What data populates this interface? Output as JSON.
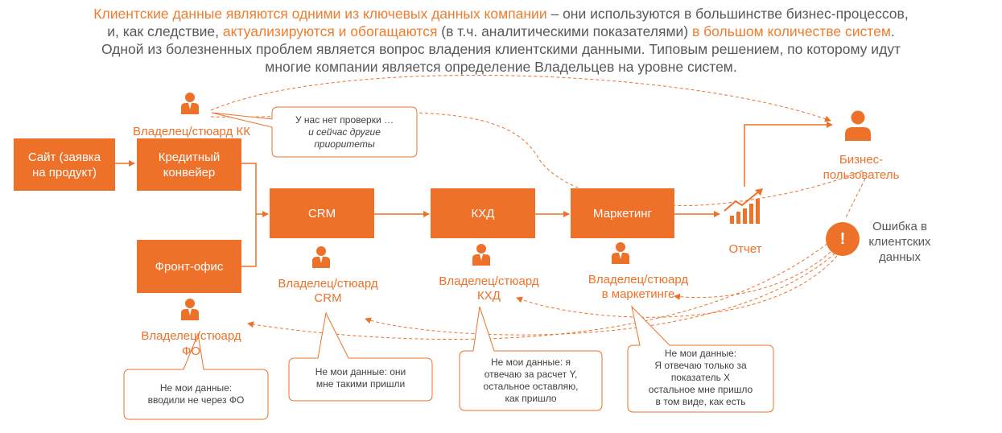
{
  "header": {
    "line1_part1": "Клиентские данные являются одними из ключевых данных компании",
    "line1_part2": " – они используются в большинстве бизнес-процессов,",
    "line2_part1": "и, как следствие, ",
    "line2_part2": "актуализируются и обогащаются",
    "line2_part3": " (в т.ч. аналитическими показателями) ",
    "line2_part4": "в большом количестве систем",
    "line2_part5": ".",
    "line3": "Одной из болезненных проблем является вопрос владения клиентскими данными. Типовым решением, по которому идут",
    "line4": "многие компании является определение Владельцев на уровне систем."
  },
  "boxes": {
    "site": "Сайт (заявка на продукт)",
    "credit": "Кредитный конвейер",
    "front": "Фронт-офис",
    "crm": "CRM",
    "kxd": "КХД",
    "marketing": "Маркетинг"
  },
  "owners": {
    "kk": "Владелец/стюард КК",
    "fo_line1": "Владелец/стюард",
    "fo_line2": "ФО",
    "crm_line1": "Владелец/стюард",
    "crm_line2": "CRM",
    "kxd_line1": "Владелец/стюард",
    "kxd_line2": "КХД",
    "mkt_line1": "Владелец/стюард",
    "mkt_line2": "в маркетинге"
  },
  "labels": {
    "report": "Отчет",
    "business_user_line1": "Бизнес-",
    "business_user_line2": "пользователь",
    "error_line1": "Ошибка в",
    "error_line2": "клиентских",
    "error_line3": "данных",
    "error_mark": "!"
  },
  "callouts": {
    "kk_line1": "У нас нет проверки …",
    "kk_line2": "и сейчас другие",
    "kk_line3": "приоритеты",
    "fo_line1": "Не мои данные:",
    "fo_line2": "вводили не через ФО",
    "crm_line1": "Не мои данные: они",
    "crm_line2": "мне такими пришли",
    "kxd_line1": "Не мои данные: я",
    "kxd_line2": "отвечаю за расчет Y,",
    "kxd_line3": "остальное оставляю,",
    "kxd_line4": "как пришло",
    "mkt_line1": "Не мои данные:",
    "mkt_line2": "Я отвечаю только за",
    "mkt_line3": "показатель X",
    "mkt_line4": "остальное мне пришло",
    "mkt_line5": "в том виде, как есть"
  },
  "colors": {
    "accent": "#ee7129",
    "text": "#595959"
  },
  "icons": [
    "person-icon",
    "user-icon",
    "growth-chart-icon",
    "warning-icon"
  ]
}
